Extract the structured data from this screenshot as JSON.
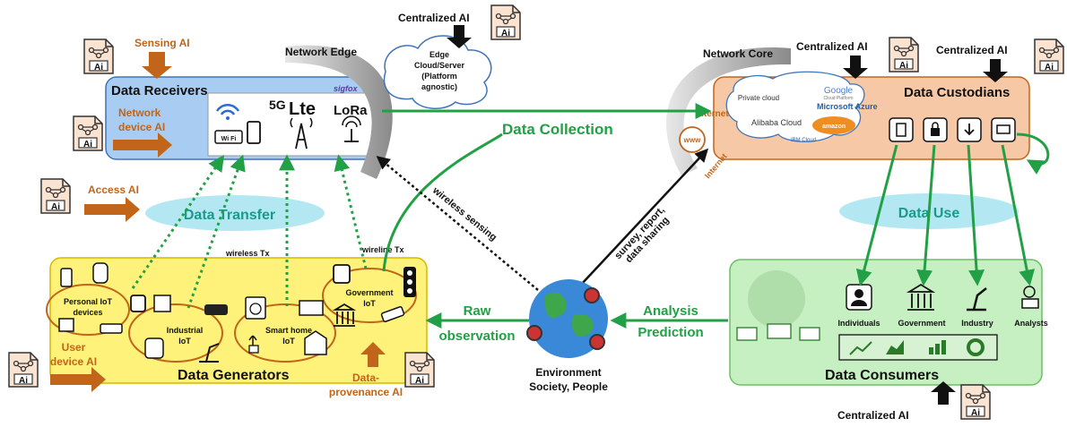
{
  "receivers": {
    "title": "Data Receivers",
    "network_edge": "Network Edge",
    "edge_cloud": [
      "Edge",
      "Cloud/Server",
      "(Platform",
      "agnostic)"
    ],
    "tech": {
      "wifi": "Wi Fi",
      "g5": "5G",
      "lte": "Lte",
      "lora": "LoRa",
      "sigfox": "sigfox"
    }
  },
  "custodians": {
    "title": "Data Custodians",
    "network_core": "Network Core",
    "internet_top": "Internet",
    "internet_side": "Internet",
    "clouds": {
      "private": "Private cloud",
      "google": "Google",
      "google_sub": "Cloud Platform",
      "azure": "Microsoft Azure",
      "alibaba": "Alibaba Cloud",
      "ibm": "IBM Cloud",
      "amazon": "amazon"
    }
  },
  "generators": {
    "title": "Data Generators",
    "groups": {
      "personal": [
        "Personal IoT",
        "devices"
      ],
      "industrial": [
        "Industrial",
        "IoT"
      ],
      "smarthome": [
        "Smart home",
        "IoT"
      ],
      "government": [
        "Government",
        "IoT"
      ]
    }
  },
  "consumers": {
    "title": "Data Consumers",
    "items": [
      "Individuals",
      "Government",
      "Industry",
      "Analysts"
    ]
  },
  "ai": {
    "sensing": "Sensing AI",
    "network_device": [
      "Network",
      "device AI"
    ],
    "access": "Access AI",
    "user_device": [
      "User",
      "device AI"
    ],
    "provenance": [
      "Data-",
      "provenance AI"
    ],
    "centralized_top": "Centralized AI",
    "centralized_cust1": "Centralized AI",
    "centralized_cust2": "Centralized AI",
    "centralized_cons": "Centralized AI",
    "icon_text": "Ai"
  },
  "flows": {
    "data_collection": "Data Collection",
    "data_transfer": "Data Transfer",
    "data_use": "Data Use",
    "raw_observation": [
      "Raw",
      "observation"
    ],
    "analysis_prediction": [
      "Analysis",
      "Prediction"
    ],
    "wireless_sensing": "wireless sensing",
    "survey": [
      "survey, report,",
      "data sharing"
    ],
    "wireless_tx": "wireless Tx",
    "wireline_tx": "wireline Tx"
  },
  "environment": [
    "Environment",
    "Society, People"
  ],
  "colors": {
    "receivers_fill": "#a9cdf2",
    "custodians_fill": "#f7c8a6",
    "generators_fill": "#fff27a",
    "consumers_fill": "#c6f0c2",
    "green": "#22a045",
    "orange": "#c0651a",
    "ellipse": "#b3e8f2"
  }
}
